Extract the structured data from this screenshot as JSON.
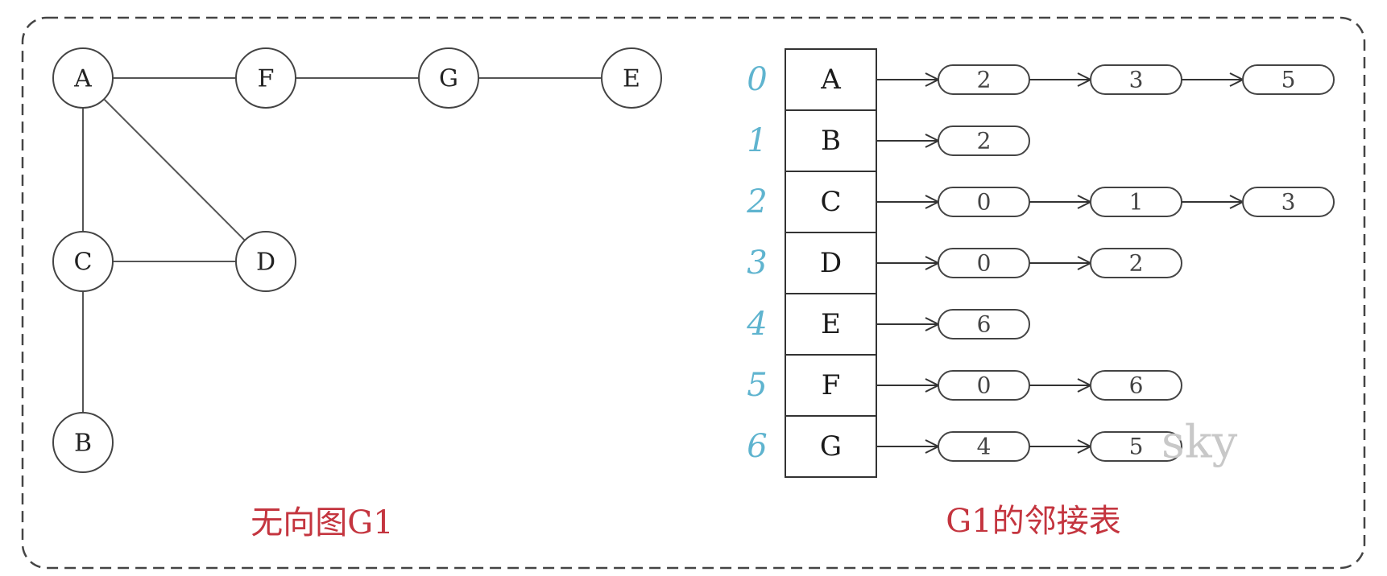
{
  "graph": {
    "caption": "无向图G1",
    "nodes": [
      {
        "id": "A",
        "label": "A"
      },
      {
        "id": "F",
        "label": "F"
      },
      {
        "id": "G",
        "label": "G"
      },
      {
        "id": "E",
        "label": "E"
      },
      {
        "id": "C",
        "label": "C"
      },
      {
        "id": "D",
        "label": "D"
      },
      {
        "id": "B",
        "label": "B"
      }
    ],
    "edges": [
      [
        "A",
        "F"
      ],
      [
        "F",
        "G"
      ],
      [
        "G",
        "E"
      ],
      [
        "A",
        "C"
      ],
      [
        "A",
        "D"
      ],
      [
        "C",
        "D"
      ],
      [
        "C",
        "B"
      ]
    ]
  },
  "adjacency_list": {
    "caption": "G1的邻接表",
    "watermark": "sky",
    "rows": [
      {
        "index": "0",
        "vertex": "A",
        "neighbors": [
          "2",
          "3",
          "5"
        ]
      },
      {
        "index": "1",
        "vertex": "B",
        "neighbors": [
          "2"
        ]
      },
      {
        "index": "2",
        "vertex": "C",
        "neighbors": [
          "0",
          "1",
          "3"
        ]
      },
      {
        "index": "3",
        "vertex": "D",
        "neighbors": [
          "0",
          "2"
        ]
      },
      {
        "index": "4",
        "vertex": "E",
        "neighbors": [
          "6"
        ]
      },
      {
        "index": "5",
        "vertex": "F",
        "neighbors": [
          "0",
          "6"
        ]
      },
      {
        "index": "6",
        "vertex": "G",
        "neighbors": [
          "4",
          "5"
        ]
      }
    ]
  },
  "colors": {
    "index_color": "#5fb4cf",
    "caption_color": "#c4353f",
    "watermark_color": "#c8c8c8"
  }
}
